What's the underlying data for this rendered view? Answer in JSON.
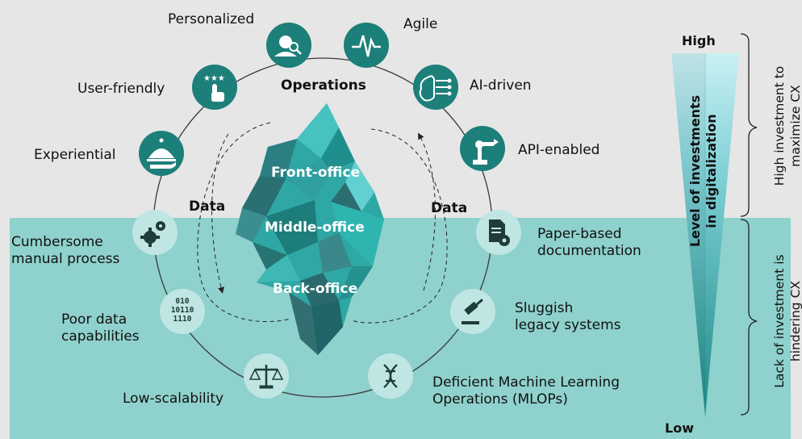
{
  "center_label": "Operations",
  "data_label_left": "Data",
  "data_label_right": "Data",
  "iceberg": {
    "front": "Front-office",
    "middle": "Middle-office",
    "back": "Back-office"
  },
  "features_above": [
    {
      "label": "Personalized",
      "icon": "person-search-icon"
    },
    {
      "label": "Agile",
      "icon": "pulse-icon"
    },
    {
      "label": "AI-driven",
      "icon": "brain-circuit-icon"
    },
    {
      "label": "API-enabled",
      "icon": "robot-arm-icon"
    },
    {
      "label": "User-friendly",
      "icon": "tap-stars-icon"
    },
    {
      "label": "Experiential",
      "icon": "cloche-icon"
    }
  ],
  "features_below": [
    {
      "label": "Cumbersome\nmanual process",
      "icon": "gears-icon"
    },
    {
      "label": "Paper-based\ndocumentation",
      "icon": "document-gear-icon"
    },
    {
      "label": "Poor data\ncapabilities",
      "icon": "binary-icon"
    },
    {
      "label": "Sluggish\nlegacy systems",
      "icon": "gavel-icon"
    },
    {
      "label": "Low-scalability",
      "icon": "scales-icon"
    },
    {
      "label": "Deficient Machine Learning\nOperations (MLOPs)",
      "icon": "dna-icon"
    }
  ],
  "binary_text": [
    "010",
    "10110",
    "1110"
  ],
  "scale": {
    "high": "High",
    "low": "Low",
    "axis_label_line1": "Level of investments",
    "axis_label_line2": "in digitalization",
    "upper_bracket_line1": "High investment to",
    "upper_bracket_line2": "maximize CX",
    "lower_bracket_line1": "Lack of investment is",
    "lower_bracket_line2": "hindering CX"
  },
  "colors": {
    "background": "#e6e6e6",
    "water": "#8fd1cc",
    "icon_dark": "#1d7f79",
    "icon_light": "#bfe6e3",
    "ice_light": "#2fb5b0",
    "ice_dark": "#2b6e70"
  }
}
